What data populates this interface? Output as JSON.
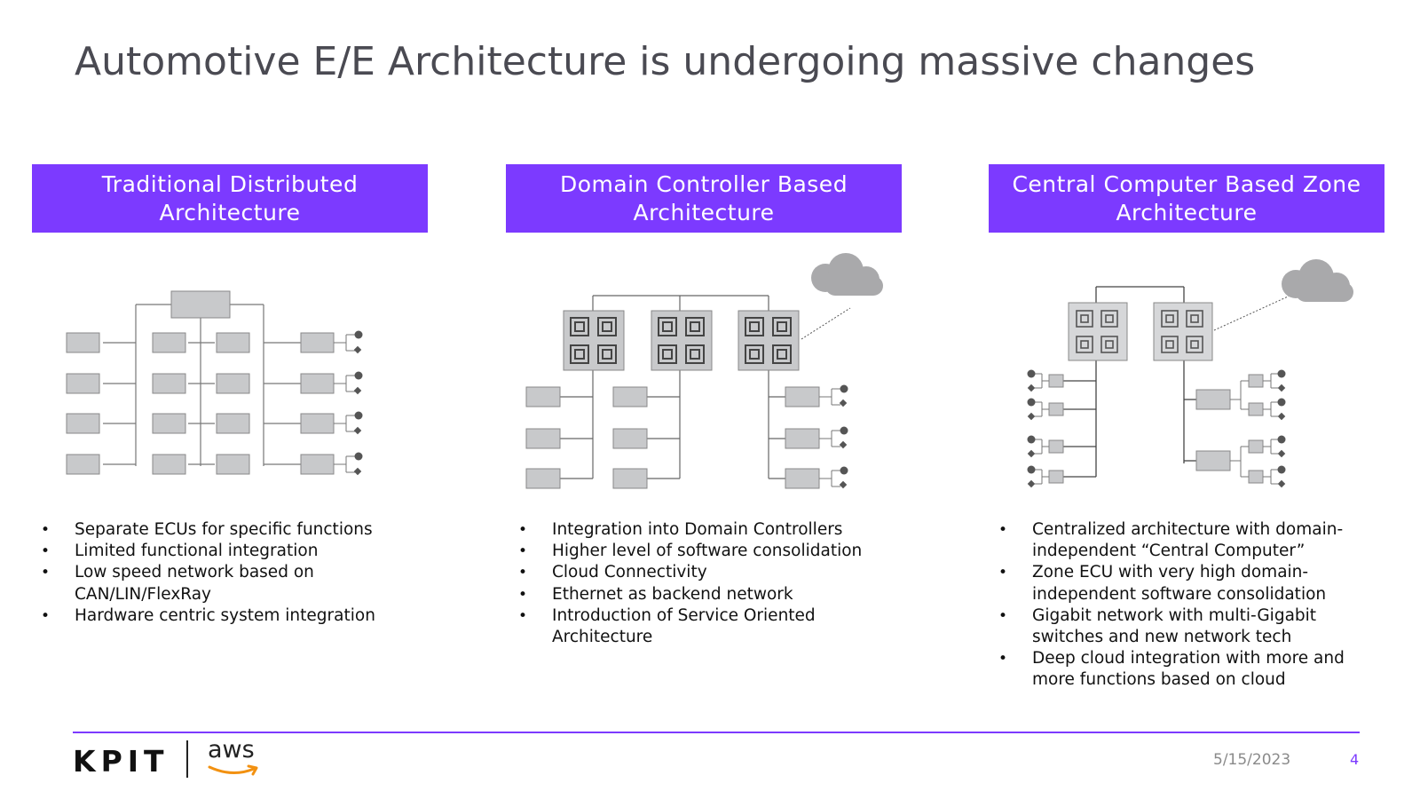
{
  "title": "Automotive E/E Architecture is undergoing massive changes",
  "columns": [
    {
      "heading": "Traditional Distributed\nArchitecture",
      "bullets": [
        "Separate ECUs for specific functions",
        "Limited functional integration",
        "Low speed network based on CAN/LIN/FlexRay",
        "Hardware centric system integration"
      ]
    },
    {
      "heading": "Domain Controller Based\nArchitecture",
      "bullets": [
        "Integration into Domain Controllers",
        "Higher level of software consolidation",
        "Cloud Connectivity",
        "Ethernet as backend network",
        "Introduction of Service Oriented Architecture"
      ]
    },
    {
      "heading": "Central Computer Based Zone\nArchitecture",
      "bullets": [
        "Centralized architecture with domain-independent “Central Computer”",
        "Zone ECU with very high domain-independent software consolidation",
        "Gigabit network with multi-Gigabit switches and new network tech",
        "Deep cloud integration with more and more functions based on cloud"
      ]
    }
  ],
  "footer": {
    "logo_kpit": "KPIT",
    "logo_aws": "aws",
    "date": "5/15/2023",
    "page": "4"
  },
  "colors": {
    "accent": "#7c3aff",
    "box_fill": "#c8c9cb",
    "cloud": "#a9a9ab"
  }
}
